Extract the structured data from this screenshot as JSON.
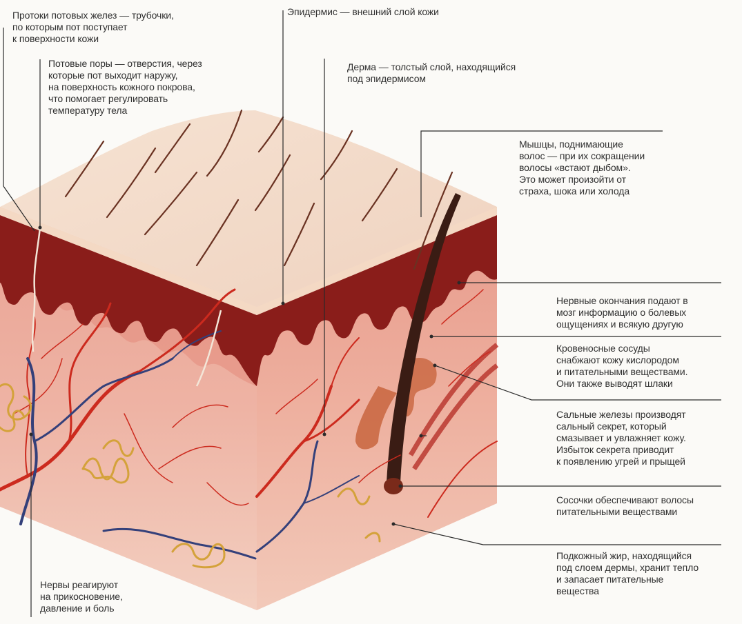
{
  "labels": {
    "ducts": "Протоки потовых желез — трубочки,\nпо которым пот поступает\nк поверхности кожи",
    "pores": "Потовые поры — отверстия, через\nкоторые пот выходит наружу,\nна поверхность кожного покрова,\nчто помогает регулировать\nтемпературу тела",
    "epidermis": "Эпидермис — внешний слой кожи",
    "dermis": "Дерма — толстый слой, находящийся\nпод эпидермисом",
    "muscles": "Мышцы, поднимающие\nволос — при их сокращении\nволосы «встают дыбом».\nЭто может произойти от\nстраха, шока или холода",
    "nerve_endings": "Нервные окончания подают в\nмозг информацию о болевых\nощущениях и всякую другую",
    "blood_vessels": "Кровеносные сосуды\nснабжают кожу кислородом\nи питательными веществами.\nОни также выводят шлаки",
    "sebaceous": "Сальные железы производят\nсальный секрет, который\nсмазывает и увлажняет кожу.\nИзбыток секрета приводит\nк появлению угрей и прыщей",
    "papillae": "Сосочки обеспечивают волосы\nпитательными веществами",
    "fat": "Подкожный жир, находящийся\nпод слоем дермы, хранит тепло\nи запасает питательные\nвещества",
    "nerves": "Нервы реагируют\nна прикосновение,\nдавление и боль"
  },
  "colors": {
    "surface": "#f2dccb",
    "epidermis_dark": "#8a1d1a",
    "dermis": "#e8a898",
    "fat": "#f0c8b8",
    "artery": "#cc2a1e",
    "vein": "#34407a",
    "gland": "#d4a23a",
    "hair": "#5a2a1c"
  }
}
